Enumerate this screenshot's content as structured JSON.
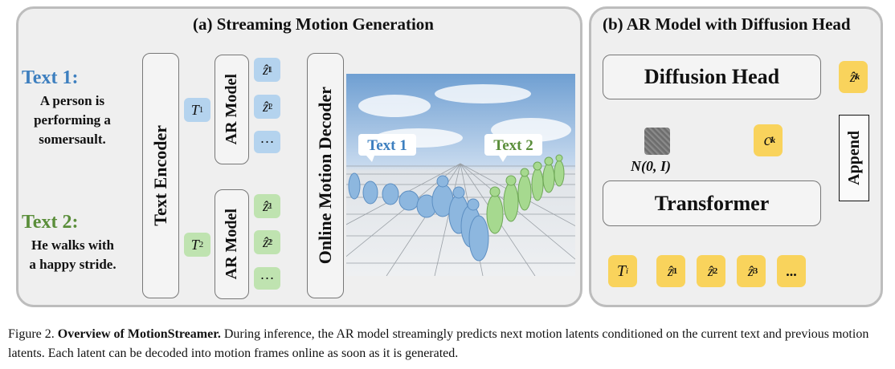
{
  "panel_a": {
    "title": "(a) Streaming Motion Generation",
    "text1_label": "Text 1:",
    "text1_prompt": [
      "A person is",
      "performing a",
      "somersault."
    ],
    "text2_label": "Text 2:",
    "text2_prompt": [
      "He walks with",
      "a happy stride."
    ],
    "text_encoder": "Text Encoder",
    "t1": "T",
    "t1_sub": "1",
    "t2": "T",
    "t2_sub": "2",
    "ar_model": "AR Model",
    "ellipsis": "···",
    "decoder": "Online Motion Decoder",
    "scene_text1": "Text 1",
    "scene_text2": "Text 2",
    "latents_1": [
      {
        "sup": "1",
        "sub": "1"
      },
      {
        "sup": "2",
        "sub": "1"
      }
    ],
    "latents_2": [
      {
        "sup": "1",
        "sub": "2"
      },
      {
        "sup": "2",
        "sub": "2"
      }
    ]
  },
  "panel_b": {
    "title": "(b) AR Model with Diffusion Head",
    "diffusion_head": "Diffusion Head",
    "transformer": "Transformer",
    "append": "Append",
    "noise_label": "N(0, I)",
    "cond": {
      "base": "c",
      "sup": "k",
      "sub": "i"
    },
    "output": {
      "base": "ẑ",
      "sup": "k",
      "sub": "i"
    },
    "ti": {
      "base": "T",
      "sub": "i"
    },
    "inputs": [
      {
        "sup": "1",
        "sub": "i"
      },
      {
        "sup": "2",
        "sub": "i"
      },
      {
        "sup": "3",
        "sub": "i"
      }
    ],
    "input_ellipsis": "..."
  },
  "caption": {
    "label": "Figure 2.",
    "title": "Overview of MotionStreamer.",
    "body": " During inference, the AR model streamingly predicts next motion latents conditioned on the current text and previous motion latents. Each latent can be decoded into motion frames online as soon as it is generated."
  },
  "colors": {
    "blue": "#3d7fbf",
    "green": "#5a8e3a",
    "yellow": "#f9d35c",
    "token_blue": "#b4d3ee",
    "token_green": "#bfe3b0"
  }
}
